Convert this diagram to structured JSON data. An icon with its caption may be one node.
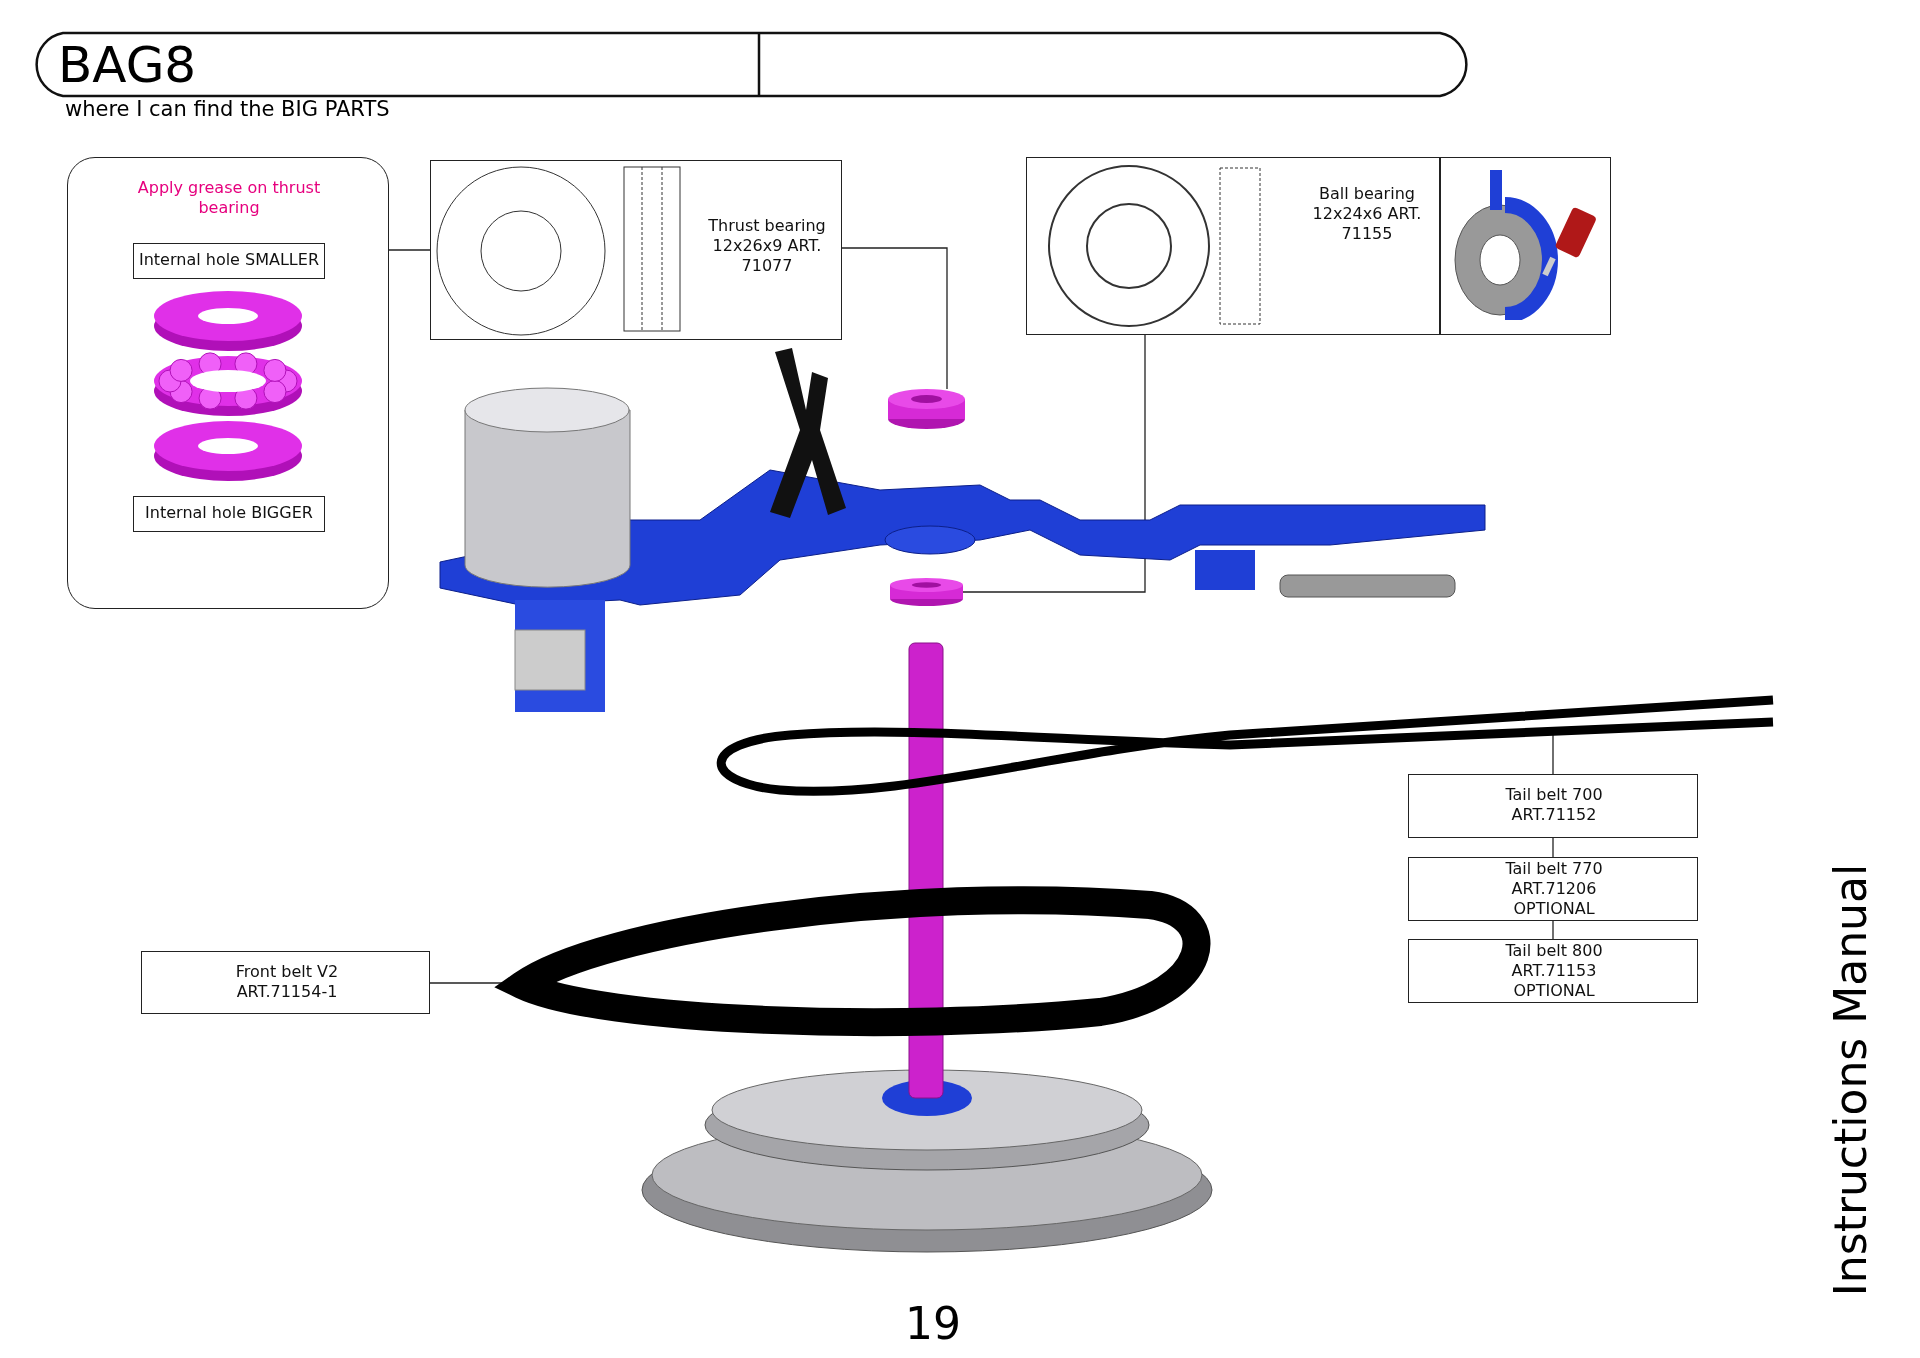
{
  "diagram": {
    "title": "BAG8",
    "nodes": [
      {
        "text": [
          "Apply grease on thrust bearing"
        ]
      },
      {
        "text": [
          "Internal hole SMALLER"
        ],
        "in": 0
      },
      {
        "text": [
          "Internal hole BIGGER"
        ],
        "in": 0
      },
      {
        "text": [
          "Thrust bearing 12x26x9 ART. 71077"
        ]
      },
      {
        "text": [
          "Ball bearing 12x24x6 ART. 71155"
        ]
      },
      {
        "text": [],
        "shape": "cylinder"
      },
      {
        "text": [],
        "shape": "cylinder"
      },
      {
        "text": [
          "Tail belt 700 ART.71152"
        ]
      },
      {
        "text": [
          "Tail belt 770 ART.71206 OPTIONAL"
        ]
      },
      {
        "text": [
          "Tail belt 800 ART.71153 OPTIONAL"
        ]
      },
      {
        "text": [],
        "shape": "picture"
      },
      {
        "text": [
          "Front belt V2 ART.71154-1"
        ]
      },
      {
        "text": [],
        "shape": "picture"
      }
    ],
    "edges": [
      {
        "from": 0,
        "to": 3,
        "arrow": "none"
      },
      {
        "from": 3,
        "to": 5,
        "arrow": "none"
      },
      {
        "from": 4,
        "to": 6,
        "arrow": "none"
      },
      {
        "from": 7,
        "to": 10,
        "arrow": "none"
      },
      {
        "from": 7,
        "to": 8,
        "arrow": "none"
      },
      {
        "from": 8,
        "to": 9,
        "arrow": "none"
      },
      {
        "from": 11,
        "to": 12,
        "arrow": "none"
      }
    ],
    "labels": [
      "where I can find the BIG PARTS",
      "19",
      "Instructions Manual"
    ]
  }
}
